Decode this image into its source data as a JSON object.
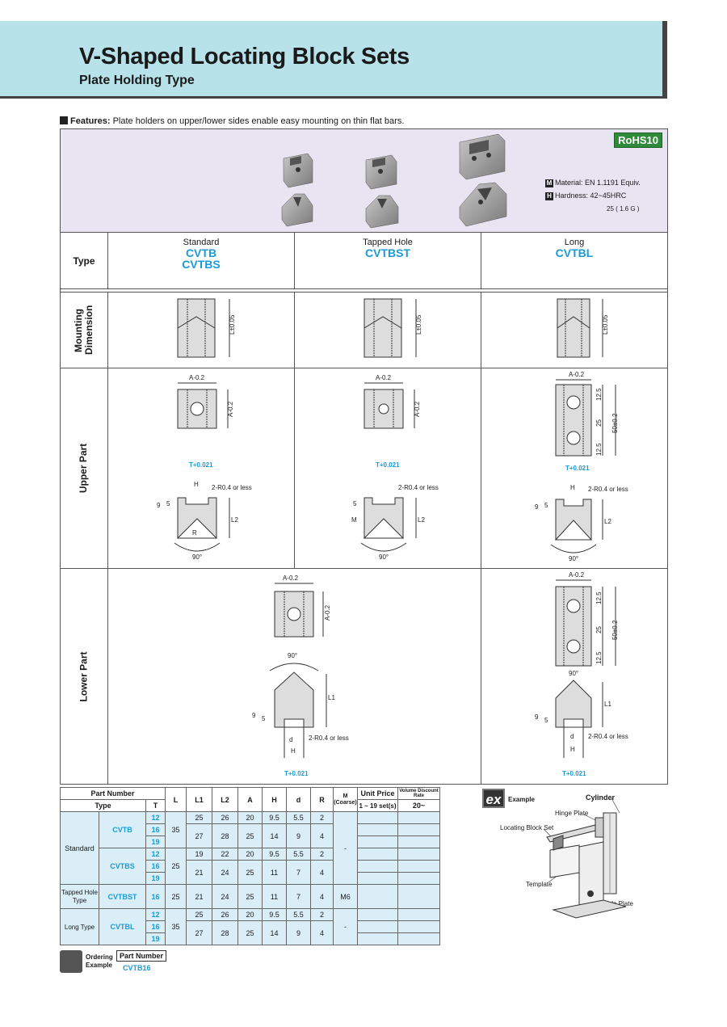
{
  "header": {
    "title": "V-Shaped Locating Block Sets",
    "subtitle": "Plate Holding Type"
  },
  "features": {
    "label": "Features:",
    "text": "Plate holders on upper/lower sides enable easy mounting on thin flat bars."
  },
  "specs_box": {
    "rohs_prefix": "RoHS",
    "rohs_num": "10",
    "material_key": "M",
    "material": "Material: EN 1.1191 Equiv.",
    "hardness_key": "H",
    "hardness": "Hardness: 42~45HRC",
    "roughness": "25 ( 1.6 G )"
  },
  "type_row": {
    "label": "Type",
    "columns": [
      {
        "category": "Standard",
        "codes": [
          "CVTB",
          "CVTBS"
        ]
      },
      {
        "category": "Tapped Hole",
        "codes": [
          "CVTBST"
        ]
      },
      {
        "category": "Long",
        "codes": [
          "CVTBL"
        ]
      }
    ]
  },
  "sections": {
    "mounting": "Mounting Dimension",
    "upper": "Upper Part",
    "lower": "Lower Part"
  },
  "drawing_labels": {
    "l_tol": "L±0.05",
    "a_tol": "A-0.2",
    "a_tol_vert": "A-0.2",
    "t_tol": "T+0.021",
    "r_note": "2-R0.4 or less",
    "h": "H",
    "d": "d",
    "m": "M",
    "l1": "L1",
    "l2": "L2",
    "r": "R",
    "nine": "9",
    "five": "5",
    "ninety": "90°",
    "d125": "12.5",
    "d25": "25",
    "d50": "50±0.2"
  },
  "table": {
    "headers": {
      "part_number": "Part Number",
      "type": "Type",
      "t": "T",
      "l": "L",
      "l1": "L1",
      "l2": "L2",
      "a": "A",
      "h": "H",
      "d": "d",
      "r": "R",
      "m": "M",
      "m_sub": "(Coarse)",
      "unit_price": "Unit Price",
      "unit_sub": "1 ~ 19 set(s)",
      "vol": "Volume Discount Rate",
      "vol_sub": "20~"
    },
    "groups": [
      {
        "name": "Standard",
        "subgroups": [
          {
            "code": "CVTB",
            "L": "35",
            "M": "-",
            "rows": [
              {
                "T": "12",
                "L1": "25",
                "L2": "26",
                "A": "20",
                "H": "9.5",
                "d": "5.5",
                "R": "2"
              },
              {
                "T": "16",
                "L1": "27",
                "L2": "28",
                "A": "25",
                "H": "14",
                "d": "9",
                "R": "4"
              },
              {
                "T": "19",
                "L1": "",
                "L2": "",
                "A": "",
                "H": "",
                "d": "",
                "R": ""
              }
            ]
          },
          {
            "code": "CVTBS",
            "L": "25",
            "M": "",
            "rows": [
              {
                "T": "12",
                "L1": "19",
                "L2": "22",
                "A": "20",
                "H": "9.5",
                "d": "5.5",
                "R": "2"
              },
              {
                "T": "16",
                "L1": "21",
                "L2": "24",
                "A": "25",
                "H": "11",
                "d": "7",
                "R": "4"
              },
              {
                "T": "19",
                "L1": "",
                "L2": "",
                "A": "",
                "H": "",
                "d": "",
                "R": ""
              }
            ]
          }
        ]
      },
      {
        "name": "Tapped Hole Type",
        "subgroups": [
          {
            "code": "CVTBST",
            "L": "25",
            "M": "M6",
            "rows": [
              {
                "T": "16",
                "L1": "21",
                "L2": "24",
                "A": "25",
                "H": "11",
                "d": "7",
                "R": "4"
              }
            ]
          }
        ]
      },
      {
        "name": "Long Type",
        "subgroups": [
          {
            "code": "CVTBL",
            "L": "35",
            "M": "-",
            "rows": [
              {
                "T": "12",
                "L1": "25",
                "L2": "26",
                "A": "20",
                "H": "9.5",
                "d": "5.5",
                "R": "2"
              },
              {
                "T": "16",
                "L1": "27",
                "L2": "28",
                "A": "25",
                "H": "14",
                "d": "9",
                "R": "4"
              },
              {
                "T": "19",
                "L1": "",
                "L2": "",
                "A": "",
                "H": "",
                "d": "",
                "R": ""
              }
            ]
          }
        ]
      }
    ]
  },
  "example": {
    "badge": "ex",
    "label": "Example",
    "callouts": {
      "cylinder": "Cylinder",
      "hinge": "Hinge Plate",
      "locating": "Locating Block Set",
      "template": "Template",
      "angle": "Angle Plate"
    }
  },
  "ordering": {
    "label": "Ordering Example",
    "pn_label": "Part Number",
    "pn_value": "CVTB16"
  }
}
